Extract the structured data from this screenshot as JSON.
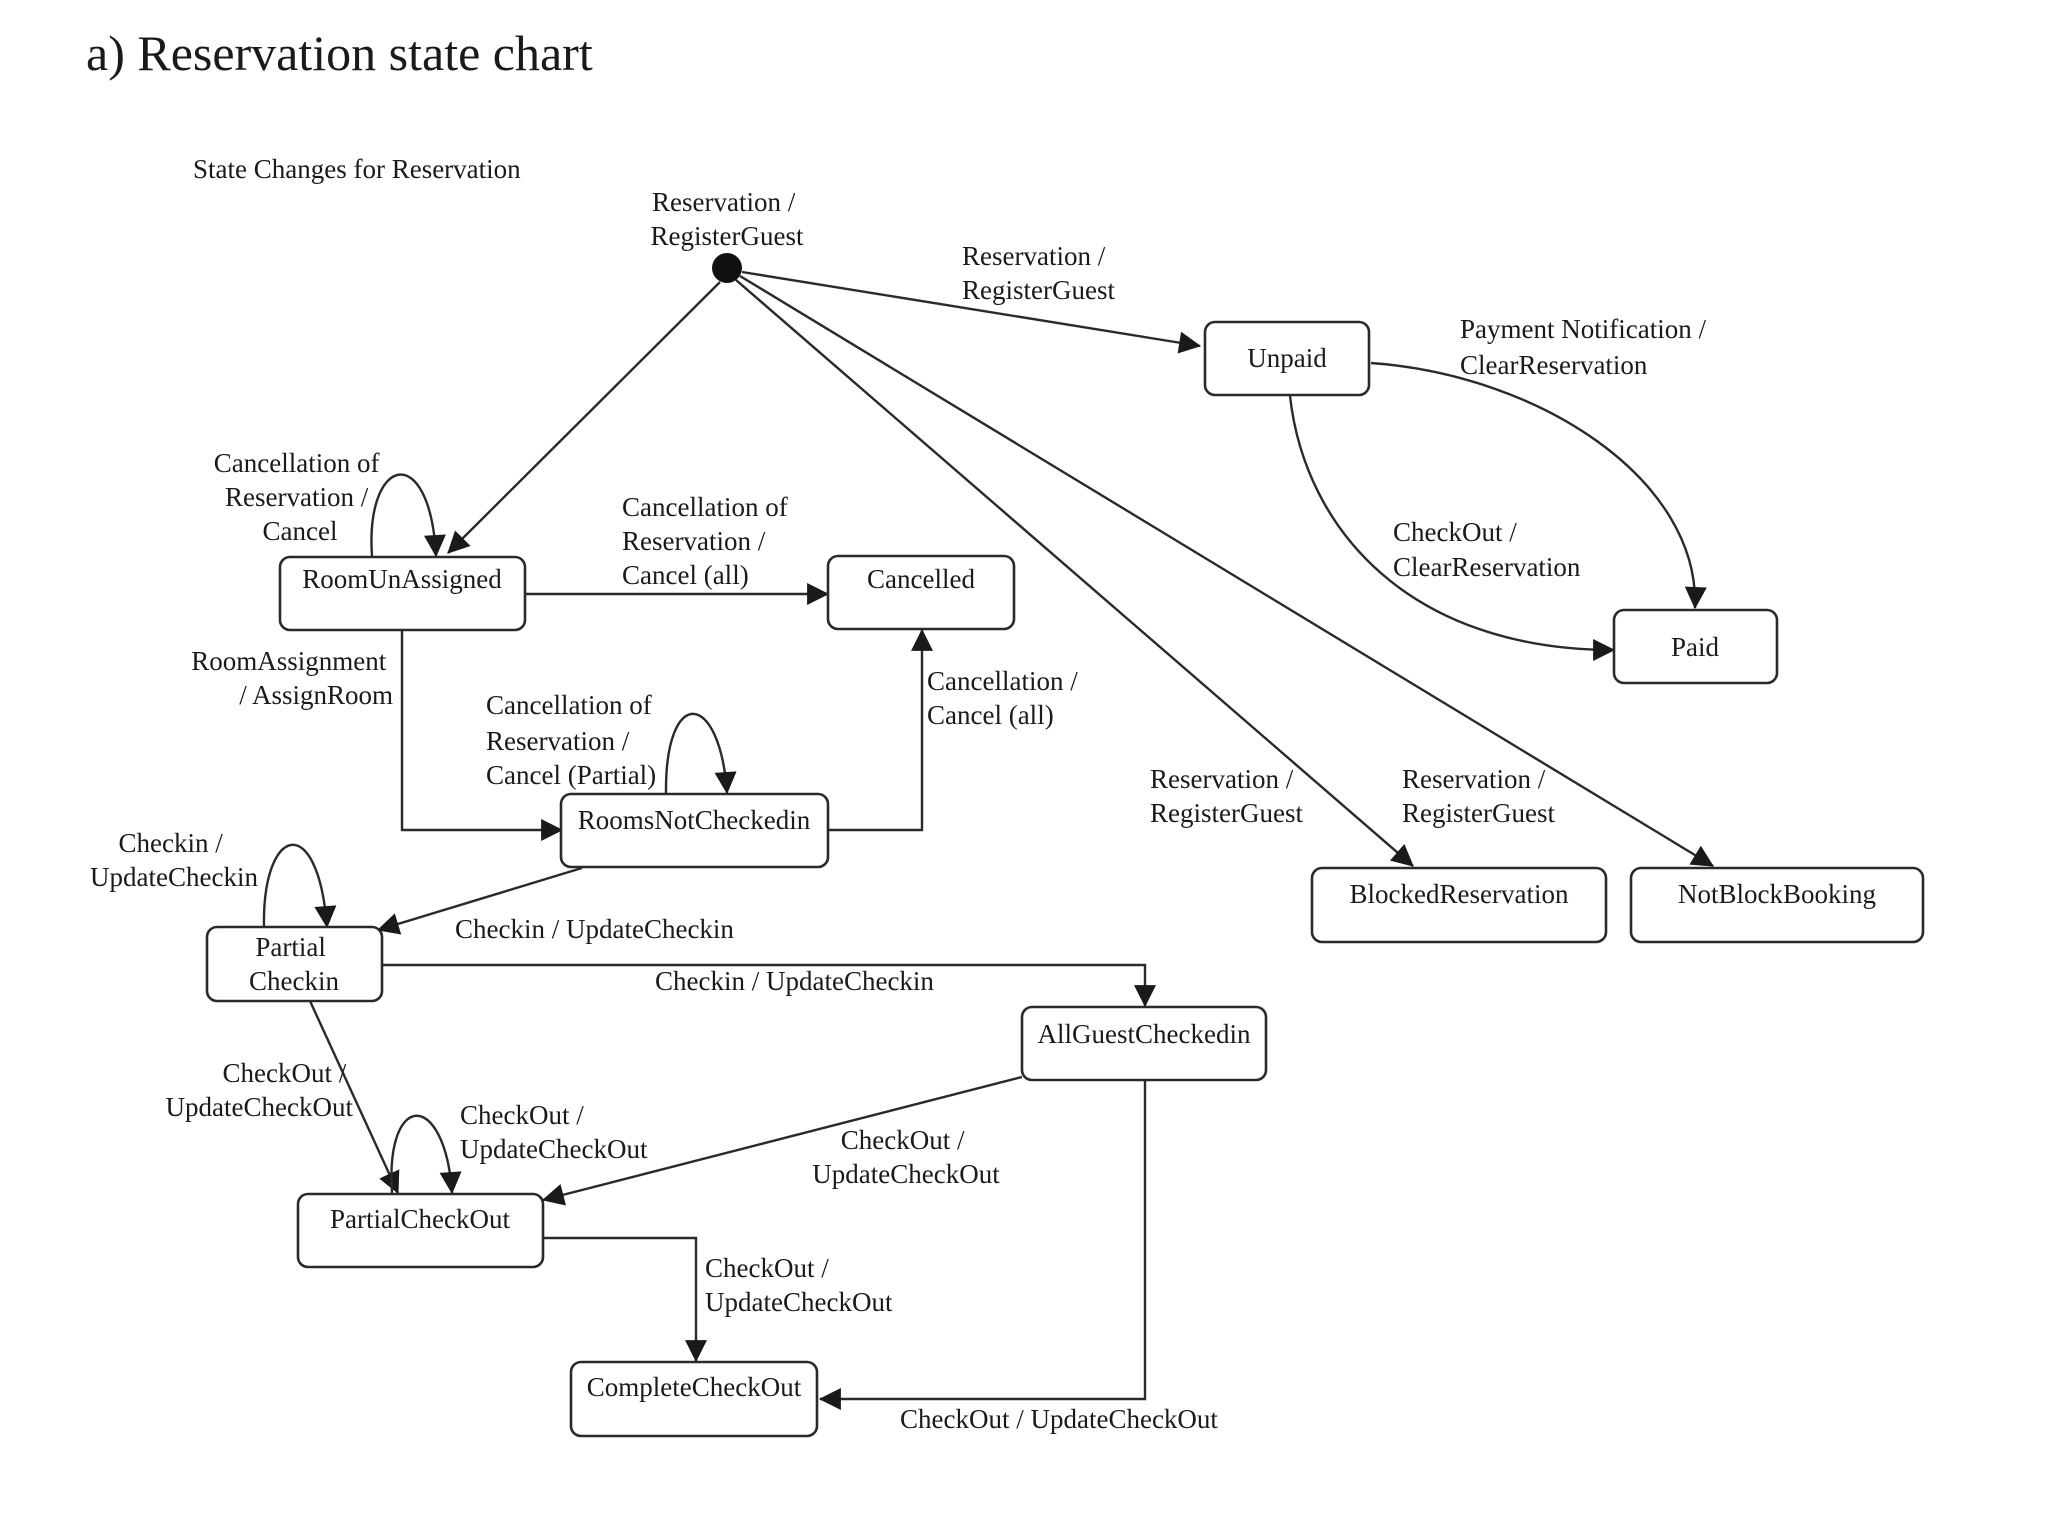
{
  "title": "a) Reservation state chart",
  "subtitle": "State Changes for Reservation",
  "states": {
    "unpaid": "Unpaid",
    "paid": "Paid",
    "room_unassigned": "RoomUnAssigned",
    "cancelled": "Cancelled",
    "rooms_not_checkedin": "RoomsNotCheckedin",
    "partial_checkin": [
      "Partial",
      "Checkin"
    ],
    "all_guest_checkedin": "AllGuestCheckedin",
    "partial_checkout": "PartialCheckOut",
    "complete_checkout": "CompleteCheckOut",
    "blocked_reservation": "BlockedReservation",
    "not_block_booking": "NotBlockBooking"
  },
  "transitions": {
    "init_label": [
      "Reservation /",
      "RegisterGuest"
    ],
    "to_unpaid": [
      "Reservation /",
      "RegisterGuest"
    ],
    "unpaid_to_paid_payment": [
      "Payment Notification /",
      "ClearReservation"
    ],
    "unpaid_to_paid_checkout": [
      "CheckOut /",
      "ClearReservation"
    ],
    "room_unassigned_self": [
      "Cancellation of",
      "Reservation /",
      "Cancel"
    ],
    "room_unassigned_to_cancelled": [
      "Cancellation of",
      "Reservation /",
      "Cancel (all)"
    ],
    "room_assignment": [
      "RoomAssignment",
      "/ AssignRoom"
    ],
    "rooms_not_checkedin_self": [
      "Cancellation of",
      "Reservation /",
      "Cancel (Partial)"
    ],
    "rooms_not_checkedin_to_cancelled": [
      "Cancellation /",
      "Cancel (all)"
    ],
    "to_blocked": [
      "Reservation /",
      "RegisterGuest"
    ],
    "to_not_block": [
      "Reservation /",
      "RegisterGuest"
    ],
    "partial_checkin_self": [
      "Checkin /",
      "UpdateCheckin"
    ],
    "to_partial_checkin": "Checkin / UpdateCheckin",
    "partial_to_all_checkin": "Checkin / UpdateCheckin",
    "partial_checkin_to_partial_checkout": [
      "CheckOut /",
      "UpdateCheckOut"
    ],
    "partial_checkout_self": [
      "CheckOut /",
      "UpdateCheckOut"
    ],
    "all_to_partial_checkout": [
      "CheckOut /",
      "UpdateCheckOut"
    ],
    "partial_to_complete_checkout": [
      "CheckOut /",
      "UpdateCheckOut"
    ],
    "all_to_complete_checkout": "CheckOut / UpdateCheckOut"
  }
}
